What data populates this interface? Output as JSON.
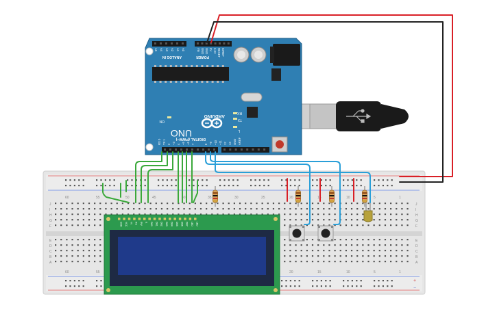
{
  "board": {
    "brand": "ARDUINO",
    "model": "UNO",
    "power_header": "POWER",
    "analog_header": "ANALOG IN",
    "digital_header": "DIGITAL (PWM~)",
    "on_label": "ON",
    "tx_label": "TX",
    "rx_label": "RX",
    "l_label": "L",
    "aref_label": "AREF",
    "gnd_label": "GND",
    "pin13": "13",
    "pin12": "12",
    "pin11": "~11",
    "pin10": "~10",
    "pin9": "~9",
    "pin8": "8",
    "pin7": "7",
    "pin6": "~6",
    "pin5": "~5",
    "pin4": "4",
    "pin3": "~3",
    "pin2": "2",
    "tx1": "TX 1",
    "rx0": "RX 0",
    "a0": "A0",
    "a1": "A1",
    "a2": "A2",
    "a3": "A3",
    "a4": "A4",
    "a5": "A5",
    "ioref": "IOREF",
    "reset": "RESET",
    "v33": "3.3V",
    "v5": "5V",
    "gnd1": "GND",
    "gnd2": "GND",
    "vin": "Vin"
  },
  "breadboard": {
    "col_labels": [
      "60",
      "55",
      "50",
      "45",
      "40",
      "35",
      "30",
      "25",
      "20",
      "15",
      "10",
      "5",
      "1"
    ],
    "row_labels_right": [
      "J",
      "I",
      "H",
      "G",
      "F",
      "E",
      "D",
      "C",
      "B",
      "A"
    ],
    "row_labels_left": [
      "J",
      "I",
      "H",
      "G",
      "F",
      "E",
      "D",
      "C",
      "B",
      "A"
    ],
    "plus": "+",
    "minus": "−"
  },
  "lcd": {
    "pin_labels": [
      "GND",
      "VCC",
      "V0",
      "RS",
      "RW",
      "E",
      "DB0",
      "DB1",
      "DB2",
      "DB3",
      "DB4",
      "DB5",
      "DB6",
      "DB7",
      "LED",
      "LED"
    ]
  },
  "colors": {
    "board_blue": "#2f7fb3",
    "breadboard": "#e8e8e8",
    "lcd_green": "#2c9a4e",
    "lcd_screen": "#1f3a8a",
    "wire_red": "#d91f26",
    "wire_black": "#222222",
    "wire_blue": "#2a9fd8",
    "wire_green": "#3aa83a"
  }
}
